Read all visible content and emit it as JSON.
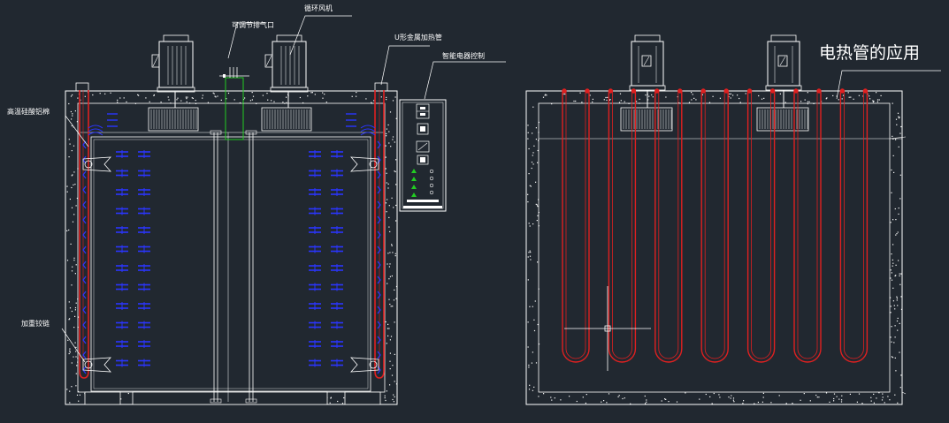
{
  "left_view": {
    "labels": {
      "fan": "循环风机",
      "vent": "可调节排气口",
      "heater": "U形金属加热管",
      "control": "智能电器控制",
      "insulation": "高温硅酸铝棉",
      "hinge": "加重铰链"
    },
    "fan_count": 2,
    "fins_per_column": 12
  },
  "right_view": {
    "title": "电热管的应用",
    "u_tube_count": 7,
    "fan_count": 2
  },
  "colors": {
    "background": "#212830",
    "line": "#ffffff",
    "heater": "#e02020",
    "fins": "#2a35ff",
    "vent": "#22cc22"
  }
}
